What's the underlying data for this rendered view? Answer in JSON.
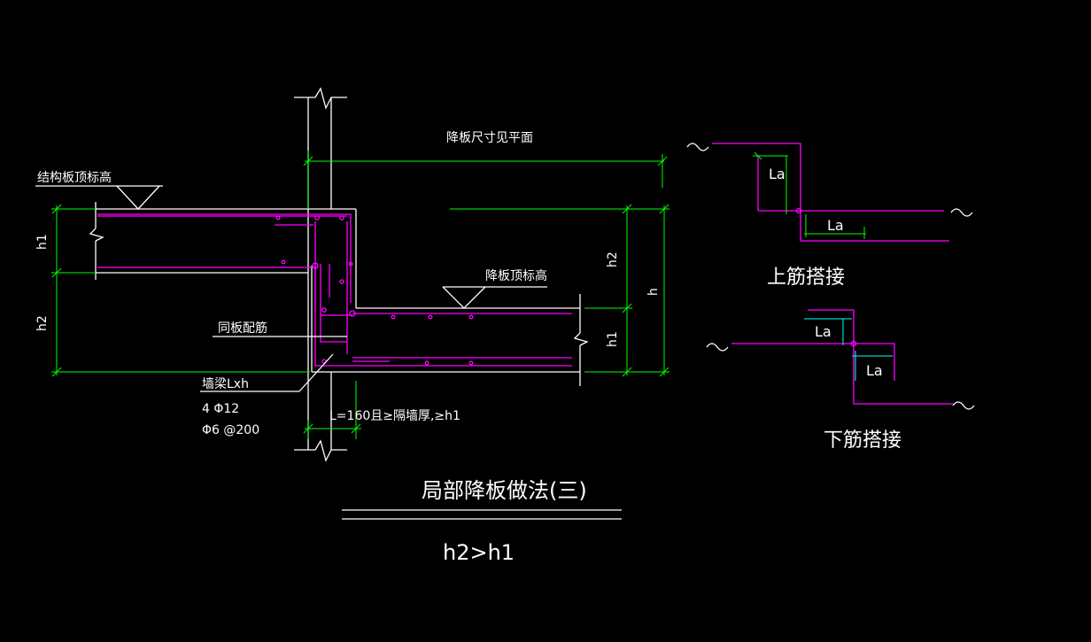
{
  "colors": {
    "background": "#000000",
    "outline": "#ffffff",
    "dimension": "#00ff00",
    "rebar": "#ff00ff",
    "leader": "#00ffff"
  },
  "labels": {
    "recess_size_note": "降板尺寸见平面",
    "struct_slab_top": "结构板顶标高",
    "recess_slab_top": "降板顶标高",
    "same_slab_rebar": "同板配筋",
    "wall_beam": "墙梁Lxh",
    "beam_main_bars": "4 Φ12",
    "beam_stirrups": "Φ6 @200",
    "length_note": "L=160且≥隔墙厚,≥h1",
    "dim_h1_left": "h1",
    "dim_h2_left": "h2",
    "dim_h2_right": "h2",
    "dim_h1_right": "h1",
    "dim_h_right": "h",
    "title": "局部降板做法(三)",
    "condition": "h2>h1"
  },
  "details": {
    "top_bar_lap": {
      "la_1": "La",
      "la_2": "La",
      "caption": "上筋搭接"
    },
    "bottom_bar_lap": {
      "la_1": "La",
      "la_2": "La",
      "caption": "下筋搭接"
    }
  }
}
